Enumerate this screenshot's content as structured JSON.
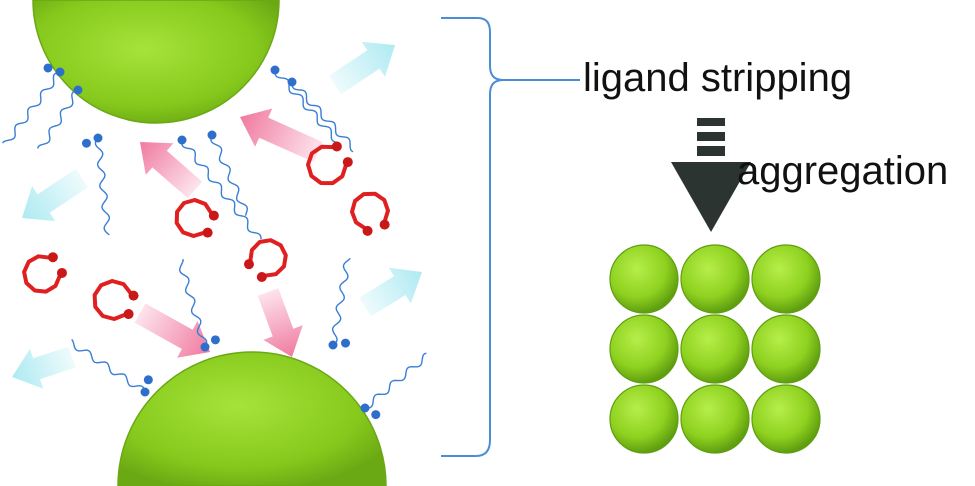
{
  "labels": {
    "ligand_stripping": "ligand stripping",
    "aggregation": "aggregation"
  },
  "colors": {
    "nanoparticle_green": "#8ed11f",
    "nanoparticle_dark": "#5c9a12",
    "ligand_chain_blue": "#3a7fd5",
    "ligand_head_blue": "#2f6fcc",
    "macrocycle_red": "#e02020",
    "pink_arrow": "#f07aa0",
    "cyan_arrow": "#aeeaf2",
    "dark_arrow": "#2b3431",
    "bracket_blue": "#4a8ed6"
  },
  "icons": [
    "nanoparticle",
    "ligand-chain",
    "macrocycle",
    "motion-arrow",
    "process-arrow",
    "bracket"
  ],
  "aggregate_grid": {
    "rows": 3,
    "cols": 3
  }
}
